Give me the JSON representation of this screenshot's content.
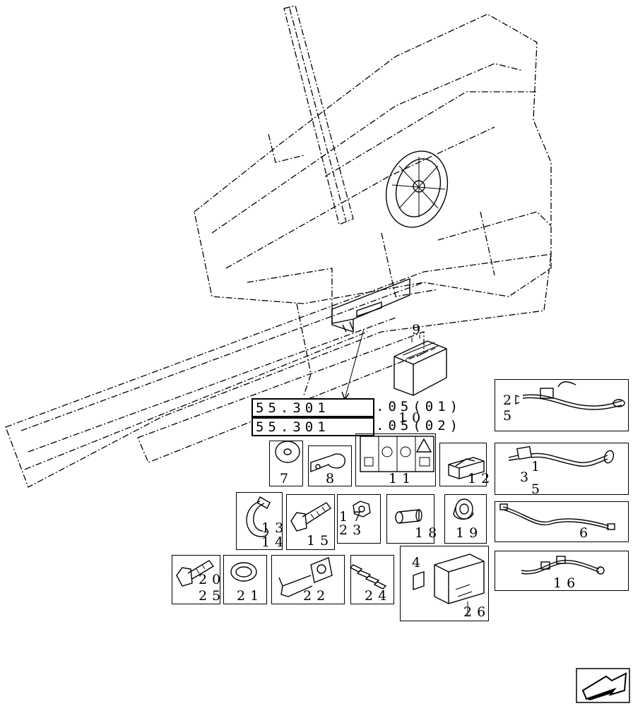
{
  "references": [
    {
      "code": "55.301",
      "suffix": ".05(01)"
    },
    {
      "code": "55.301",
      "suffix": ".05(02)"
    }
  ],
  "callouts": {
    "item_9": "9",
    "item_10": "10",
    "item_4": "4"
  },
  "parts": [
    {
      "id": "harness-25",
      "label": "2\n5"
    },
    {
      "id": "harness-1-3-5",
      "label_a": "1",
      "label_b": "3",
      "label_c": "5"
    },
    {
      "id": "washer-7",
      "label": "7"
    },
    {
      "id": "clip-8",
      "label": "8"
    },
    {
      "id": "decal-11",
      "label": "11"
    },
    {
      "id": "block-12",
      "label": "12"
    },
    {
      "id": "strap-13-14",
      "label_a": "13",
      "label_b": "14"
    },
    {
      "id": "bolt-15",
      "label": "15"
    },
    {
      "id": "nut-17-23",
      "label_a": "17",
      "label_b": "23"
    },
    {
      "id": "pin-18",
      "label": "18"
    },
    {
      "id": "ring-19",
      "label": "19"
    },
    {
      "id": "cable-6",
      "label": "6"
    },
    {
      "id": "bolt-20-25",
      "label_a": "20",
      "label_b": "25"
    },
    {
      "id": "seal-21",
      "label": "21"
    },
    {
      "id": "switch-22",
      "label": "22"
    },
    {
      "id": "chain-24",
      "label": "24"
    },
    {
      "id": "isolator-26",
      "label": "26"
    },
    {
      "id": "cable-16",
      "label": "16"
    }
  ],
  "icons": {
    "nav": "next-page-arrow-icon"
  }
}
